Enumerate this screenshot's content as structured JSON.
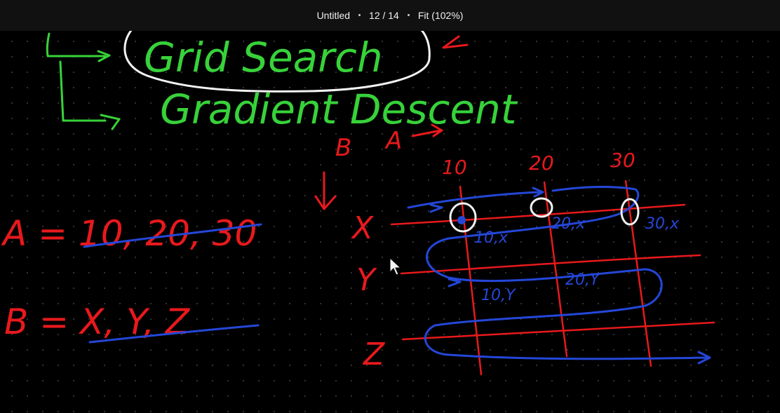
{
  "window": {
    "document_title": "Untitled",
    "page_indicator": "12 / 14",
    "zoom_label": "Fit (102%)"
  },
  "colors": {
    "toolbar_bg": "#111111",
    "canvas_bg": "#000000",
    "ink_green": "#37d23a",
    "ink_red": "#e8191c",
    "ink_blue": "#2447d8",
    "ink_white": "#f2f2f2"
  },
  "icons": {
    "separator": "dot-separator-icon",
    "cursor": "mouse-pointer-icon"
  },
  "handwriting": {
    "green": {
      "option_1": "Grid Search",
      "option_2": "Gradient Descent"
    },
    "red": {
      "axis_b": "B",
      "axis_a": "A",
      "col_10": "10",
      "col_20": "20",
      "col_30": "30",
      "row_x": "X",
      "row_y": "Y",
      "row_z": "Z",
      "eq_a": "A = 10, 20, 30",
      "eq_b": "B = X, Y, Z"
    },
    "blue": {
      "cell_10x": "10,x",
      "cell_20x": "20,x",
      "cell_30x": "30,x",
      "cell_10y": "10,Y",
      "cell_20y": "20,Y"
    }
  }
}
